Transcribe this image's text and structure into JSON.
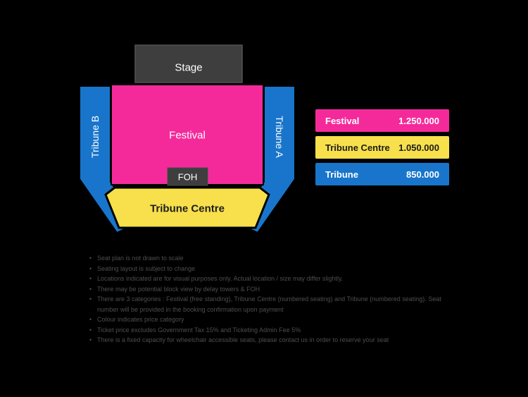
{
  "colors": {
    "background": "#000000",
    "festival": "#F42A9B",
    "tribune_centre": "#F7E04B",
    "tribune": "#1875CB",
    "stage": "#3E3E3E",
    "foh": "#3E3E3E",
    "map_label_light": "#FFFFFF",
    "legend_dark_text": "#1C1C1C",
    "notes_text": "#4E4E4E"
  },
  "map": {
    "stage_label": "Stage",
    "festival_label": "Festival",
    "foh_label": "FOH",
    "tribune_b_label": "Tribune B",
    "tribune_a_label": "Tribune A",
    "tribune_centre_label": "Tribune Centre"
  },
  "legend": {
    "rows": [
      {
        "label": "Festival",
        "price": "1.250.000"
      },
      {
        "label": "Tribune Centre",
        "price": "1.050.000"
      },
      {
        "label": "Tribune",
        "price": "850.000"
      }
    ]
  },
  "notes": [
    "Seat plan is not drawn to scale",
    "Seating layout is subject to change",
    "Locations indicated are for visual purposes only. Actual location / size may differ slightly.",
    "There may be potential block view by delay towers & FOH",
    "There are 3 categories : Festival (free standing), Tribune Centre (numbered seating) and Tribune (numbered seating). Seat number will be provided in the booking confirmation upon payment",
    "Colour indicates price category",
    "Ticket price excludes Government Tax 15% and Ticketing Admin Fee 5%",
    "There is a fixed capacity for wheelchair accessible seats, please contact us in order to reserve your seat"
  ]
}
